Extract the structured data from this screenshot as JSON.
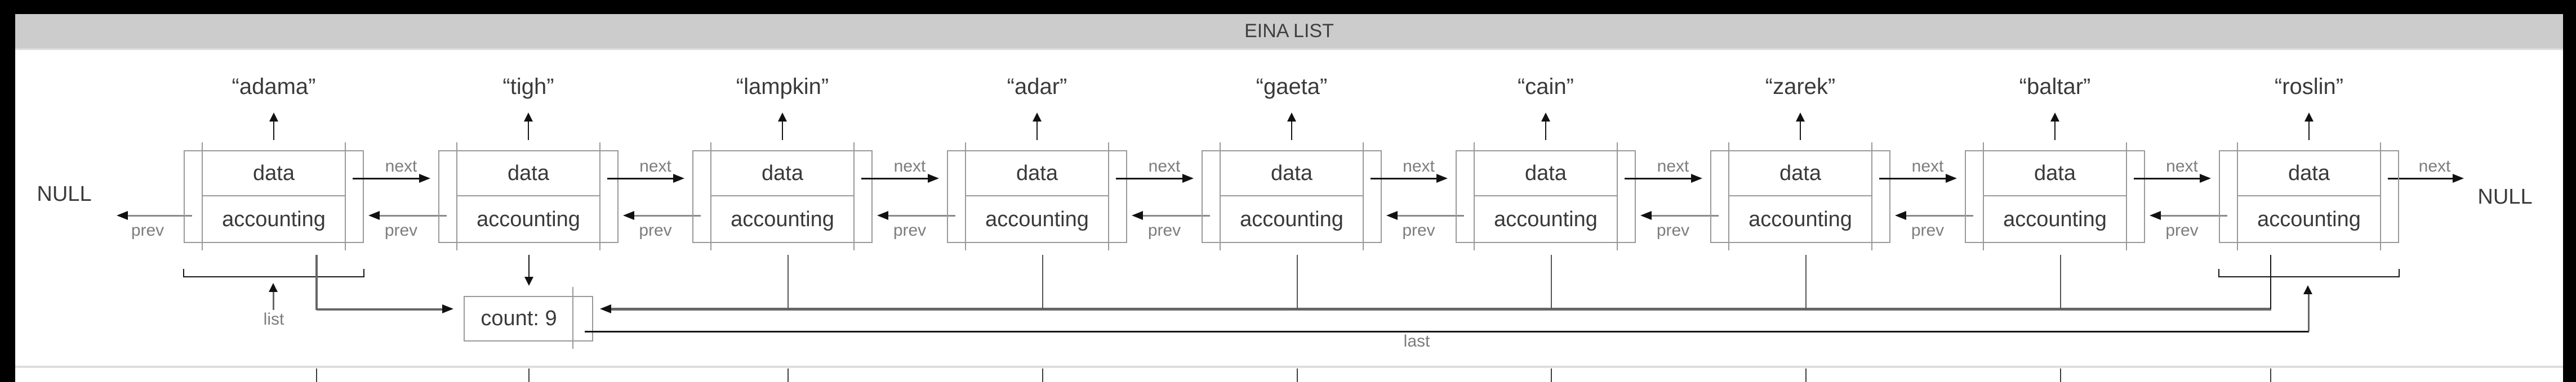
{
  "window": {
    "title": "EINA LIST"
  },
  "endpoints": {
    "null_left": "NULL",
    "null_right": "NULL"
  },
  "pointer_labels": {
    "next": "next",
    "prev": "prev",
    "list": "list",
    "last": "last"
  },
  "count_box": {
    "label": "count: 9"
  },
  "cells": {
    "data": "data",
    "accounting": "accounting"
  },
  "nodes": [
    {
      "name": "“adama”"
    },
    {
      "name": "“tigh”"
    },
    {
      "name": "“lampkin”"
    },
    {
      "name": "“adar”"
    },
    {
      "name": "“gaeta”"
    },
    {
      "name": "“cain”"
    },
    {
      "name": "“zarek”"
    },
    {
      "name": "“baltar”"
    },
    {
      "name": "“roslin”"
    }
  ],
  "colors": {
    "frame": "#000000",
    "title_bar": "#cccccc",
    "node_border": "#999999",
    "dark_line": "#161616",
    "gray_line": "#8a8a8a",
    "thick_gray": "#666666",
    "text_dark": "#3a3a3a",
    "text_gray": "#7d7d7d",
    "divider": "#dddddd"
  }
}
